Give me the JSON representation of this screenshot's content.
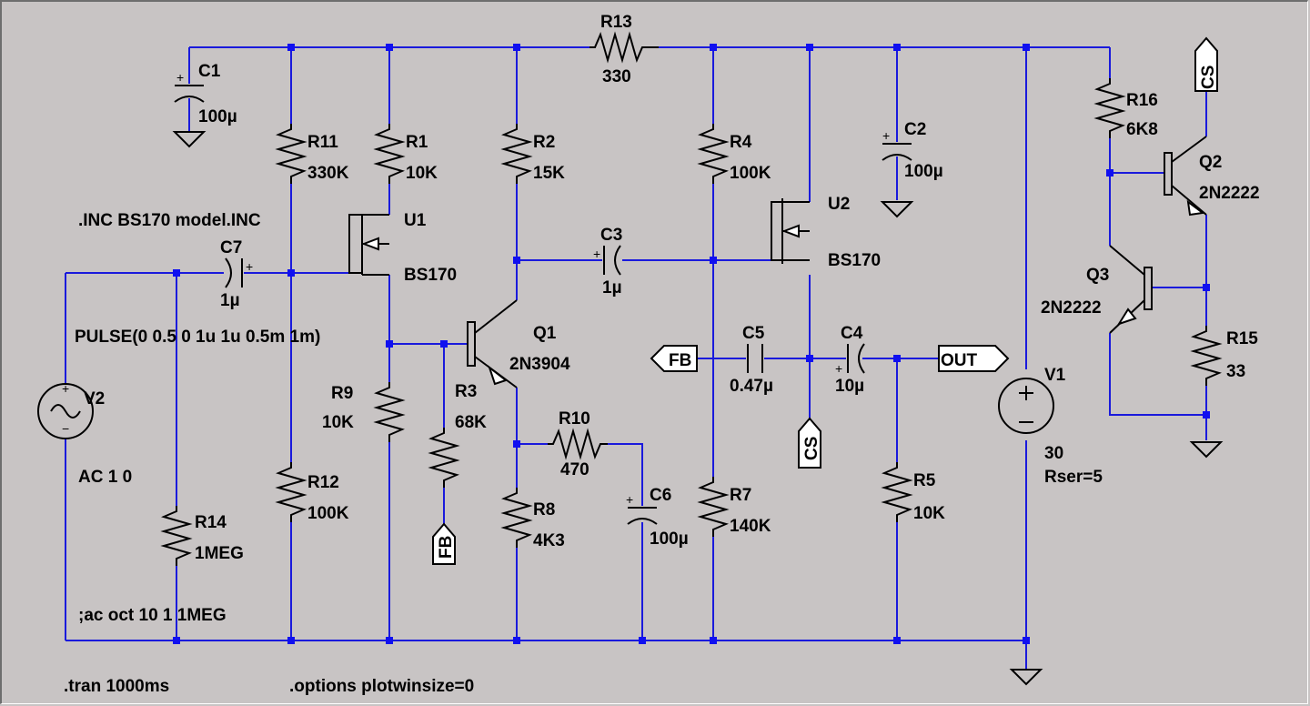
{
  "schematic": {
    "directives": {
      "include": ".INC BS170 model.INC",
      "tran": ".tran 1000ms",
      "options": ".options plotwinsize=0",
      "ac_comment": ";ac oct 10 1 1MEG"
    },
    "sources": {
      "V2": {
        "name": "V2",
        "value": "PULSE(0 0.5 0 1u 1u 0.5m 1m)",
        "ac": "AC 1 0"
      },
      "V1": {
        "name": "V1",
        "value": "30",
        "rser": "Rser=5"
      }
    },
    "resistors": {
      "R1": {
        "name": "R1",
        "value": "10K"
      },
      "R2": {
        "name": "R2",
        "value": "15K"
      },
      "R3": {
        "name": "R3",
        "value": "68K"
      },
      "R4": {
        "name": "R4",
        "value": "100K"
      },
      "R5": {
        "name": "R5",
        "value": "10K"
      },
      "R7": {
        "name": "R7",
        "value": "140K"
      },
      "R8": {
        "name": "R8",
        "value": "4K3"
      },
      "R9": {
        "name": "R9",
        "value": "10K"
      },
      "R10": {
        "name": "R10",
        "value": "470"
      },
      "R11": {
        "name": "R11",
        "value": "330K"
      },
      "R12": {
        "name": "R12",
        "value": "100K"
      },
      "R13": {
        "name": "R13",
        "value": "330"
      },
      "R14": {
        "name": "R14",
        "value": "1MEG"
      },
      "R15": {
        "name": "R15",
        "value": "33"
      },
      "R16": {
        "name": "R16",
        "value": "6K8"
      }
    },
    "capacitors": {
      "C1": {
        "name": "C1",
        "value": "100µ"
      },
      "C2": {
        "name": "C2",
        "value": "100µ"
      },
      "C3": {
        "name": "C3",
        "value": "1µ"
      },
      "C4": {
        "name": "C4",
        "value": "10µ"
      },
      "C5": {
        "name": "C5",
        "value": "0.47µ"
      },
      "C6": {
        "name": "C6",
        "value": "100µ"
      },
      "C7": {
        "name": "C7",
        "value": "1µ"
      }
    },
    "transistors": {
      "Q1": {
        "name": "Q1",
        "model": "2N3904"
      },
      "Q2": {
        "name": "Q2",
        "model": "2N2222"
      },
      "Q3": {
        "name": "Q3",
        "model": "2N2222"
      },
      "U1": {
        "name": "U1",
        "model": "BS170"
      },
      "U2": {
        "name": "U2",
        "model": "BS170"
      }
    },
    "net_labels": {
      "fb_left": "FB",
      "fb_bottom": "FB",
      "out": "OUT",
      "cs_mid": "CS",
      "cs_top": "CS"
    },
    "polarity_mark": "+",
    "colors": {
      "wire": "#1a1adc",
      "junction": "#1010f0",
      "component": "#000000",
      "background": "#c8c4c4"
    }
  }
}
